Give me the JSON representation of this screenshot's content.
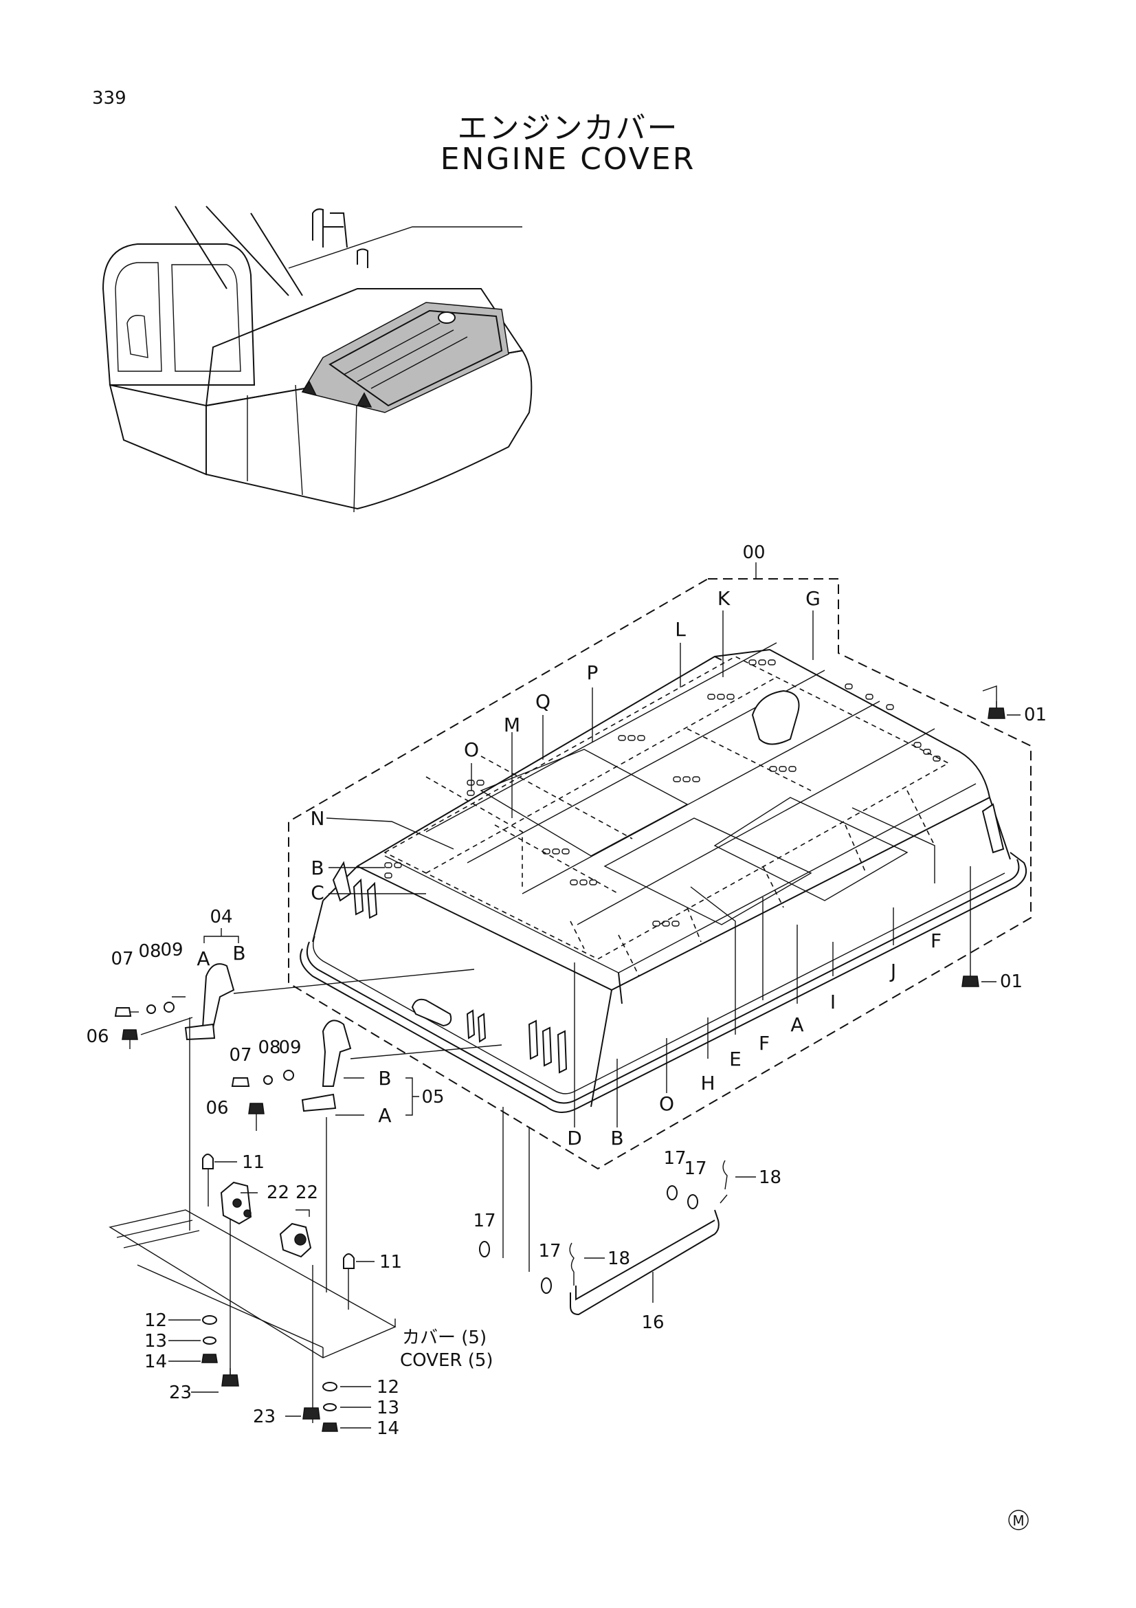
{
  "page_number": "339",
  "title_jp": "エンジンカバー",
  "title_en": "ENGINE COVER",
  "assembly_label": "00",
  "callouts": {
    "K": "K",
    "G": "G",
    "L": "L",
    "P": "P",
    "Q": "Q",
    "M": "M",
    "O": "O",
    "N": "N",
    "B": "B",
    "C": "C",
    "F": "F",
    "J": "J",
    "A": "A",
    "I": "I",
    "E": "E",
    "H": "H",
    "D": "D"
  },
  "parts": {
    "p01": "01",
    "p04": "04",
    "p05": "05",
    "p06": "06",
    "p07": "07",
    "p08": "08",
    "p09": "09",
    "p11": "11",
    "p12": "12",
    "p13": "13",
    "p14": "14",
    "p16": "16",
    "p17": "17",
    "p18": "18",
    "p22": "22",
    "p23": "23"
  },
  "cover_note_jp": "カバー (5)",
  "cover_note_en": "COVER (5)",
  "mark": "M"
}
